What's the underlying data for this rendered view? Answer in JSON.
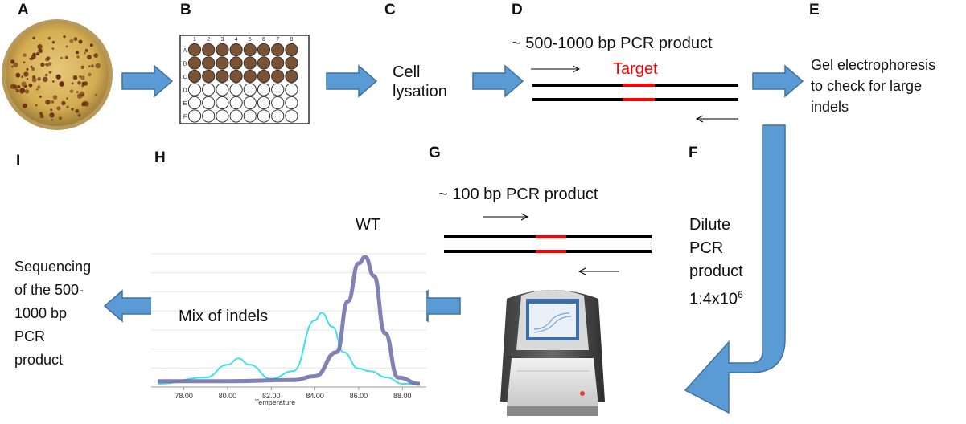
{
  "step_letters": {
    "a": "A",
    "b": "B",
    "c": "C",
    "d": "D",
    "e": "E",
    "f": "F",
    "g": "G",
    "h": "H",
    "i": "I"
  },
  "plate": {
    "columns": [
      "1",
      "2",
      "3",
      "4",
      "5",
      "6",
      "7",
      "8"
    ],
    "rows": [
      "A",
      "B",
      "C",
      "D",
      "E",
      "F"
    ],
    "filled_rows": 3,
    "filled_color": "#7b5233",
    "empty_color": "#ffffff"
  },
  "step_c": {
    "line1": "Cell",
    "line2": "lysation"
  },
  "step_d": {
    "product": "~ 500-1000 bp PCR product",
    "target": "Target"
  },
  "step_e": {
    "line1": "Gel electrophoresis",
    "line2": "to check for large",
    "line3": "indels"
  },
  "step_f": {
    "line1": "Dilute",
    "line2": "PCR",
    "line3": "product",
    "ratio": "1:4x10",
    "exponent": "6"
  },
  "step_g": {
    "product": "~ 100 bp PCR product"
  },
  "melt_chart": {
    "wt_label": "WT",
    "mix_label": "Mix of indels",
    "xlabel": "Temperature",
    "x_ticks": [
      "78.00",
      "80.00",
      "82.00",
      "84.00",
      "86.00",
      "88.00"
    ]
  },
  "step_i": {
    "line1": "Sequencing",
    "line2": "of the 500-",
    "line3": "1000 bp",
    "line4": "PCR",
    "line5": "product"
  },
  "colors": {
    "arrow_blue": "#5b9bd5",
    "arrow_outline": "#41719c",
    "target_red": "#ff0000",
    "wt_curve": "#6b6ba8",
    "indel_curve": "#3fe0e6"
  },
  "chart_data": {
    "type": "line",
    "xlabel": "Temperature",
    "x_ticks": [
      "78.00",
      "80.00",
      "82.00",
      "84.00",
      "86.00",
      "88.00"
    ],
    "xlim": [
      76.8,
      88.8
    ],
    "series": [
      {
        "name": "WT",
        "x": [
          76.8,
          80,
          83,
          84,
          85,
          85.5,
          86,
          86.3,
          86.7,
          87.2,
          87.8,
          88.8
        ],
        "y": [
          0.02,
          0.02,
          0.03,
          0.06,
          0.25,
          0.65,
          0.95,
          1.0,
          0.85,
          0.4,
          0.05,
          0.0
        ]
      },
      {
        "name": "Mix of indels",
        "x": [
          76.8,
          79,
          80,
          80.5,
          81,
          82,
          83,
          84,
          84.3,
          84.8,
          85.3,
          86,
          86.5,
          87.3,
          88,
          88.8
        ],
        "y": [
          0.0,
          0.05,
          0.15,
          0.2,
          0.15,
          0.04,
          0.1,
          0.5,
          0.56,
          0.45,
          0.25,
          0.12,
          0.1,
          0.05,
          0.0,
          0.0
        ]
      }
    ]
  }
}
